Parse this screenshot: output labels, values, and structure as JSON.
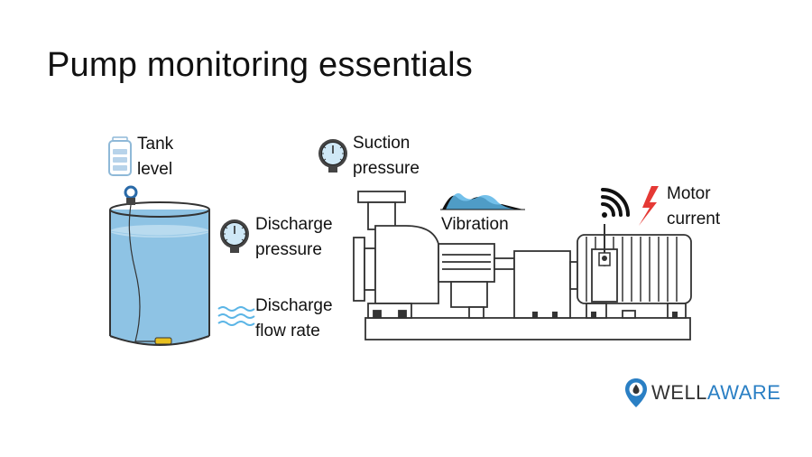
{
  "title": "Pump monitoring essentials",
  "labels": {
    "tank_level": [
      "Tank",
      "level"
    ],
    "suction_pressure": [
      "Suction",
      "pressure"
    ],
    "discharge_pressure": [
      "Discharge",
      "pressure"
    ],
    "discharge_flow_rate": [
      "Discharge",
      "flow rate"
    ],
    "vibration": "Vibration",
    "motor_current": [
      "Motor",
      "current"
    ]
  },
  "logo": {
    "part1": "WELL",
    "part2": "AWARE"
  },
  "colors": {
    "water": "#8ec3e4",
    "water_top": "#b9dbef",
    "gauge_face": "#cfe8f6",
    "gauge_body": "#444444",
    "lightning": "#e53935",
    "brand_blue": "#2a7fc4",
    "flow_waves": "#5bb5e6"
  },
  "icons": {
    "tank_level": "battery-level-icon",
    "suction_pressure": "pressure-gauge-icon",
    "discharge_pressure": "pressure-gauge-icon",
    "discharge_flow_rate": "waves-icon",
    "vibration": "vibration-peaks-icon",
    "motor_current": "lightning-bolt-icon",
    "wireless": "wireless-signal-icon",
    "logo": "location-drop-icon"
  }
}
